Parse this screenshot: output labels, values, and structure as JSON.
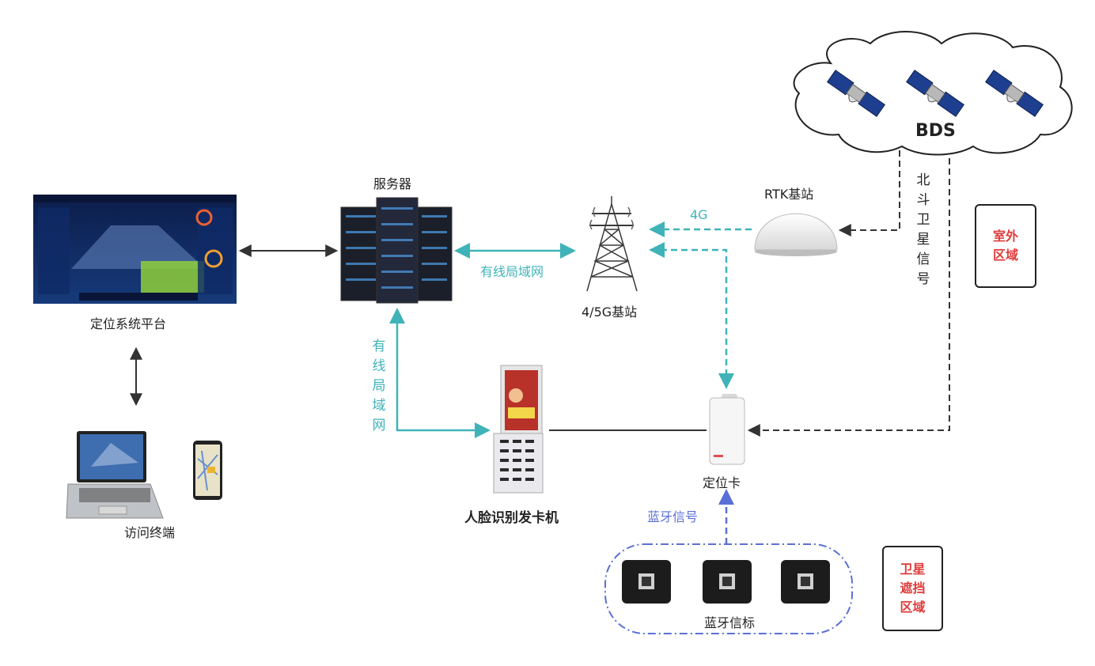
{
  "nodes": {
    "server": "服务器",
    "platform": "定位系统平台",
    "terminal": "访问终端",
    "base_station": "4/5G基站",
    "rtk": "RTK基站",
    "bds": "BDS",
    "kiosk": "人脸识别发卡机",
    "card": "定位卡",
    "beacons": "蓝牙信标"
  },
  "edges": {
    "lan_h": "有线局域网",
    "lan_v": [
      "有",
      "线",
      "局",
      "域",
      "网"
    ],
    "g4": "4G",
    "bds_signal": [
      "北",
      "斗",
      "卫",
      "星",
      "信",
      "号"
    ],
    "bluetooth": "蓝牙信号"
  },
  "zones": {
    "outdoor": [
      "室外",
      "区域"
    ],
    "blocked": [
      "卫星",
      "遮挡",
      "区域"
    ]
  },
  "colors": {
    "teal": "#3fb3b8",
    "blue": "#5b6fd6",
    "black": "#333333",
    "zone_red": "#e03a3a"
  }
}
